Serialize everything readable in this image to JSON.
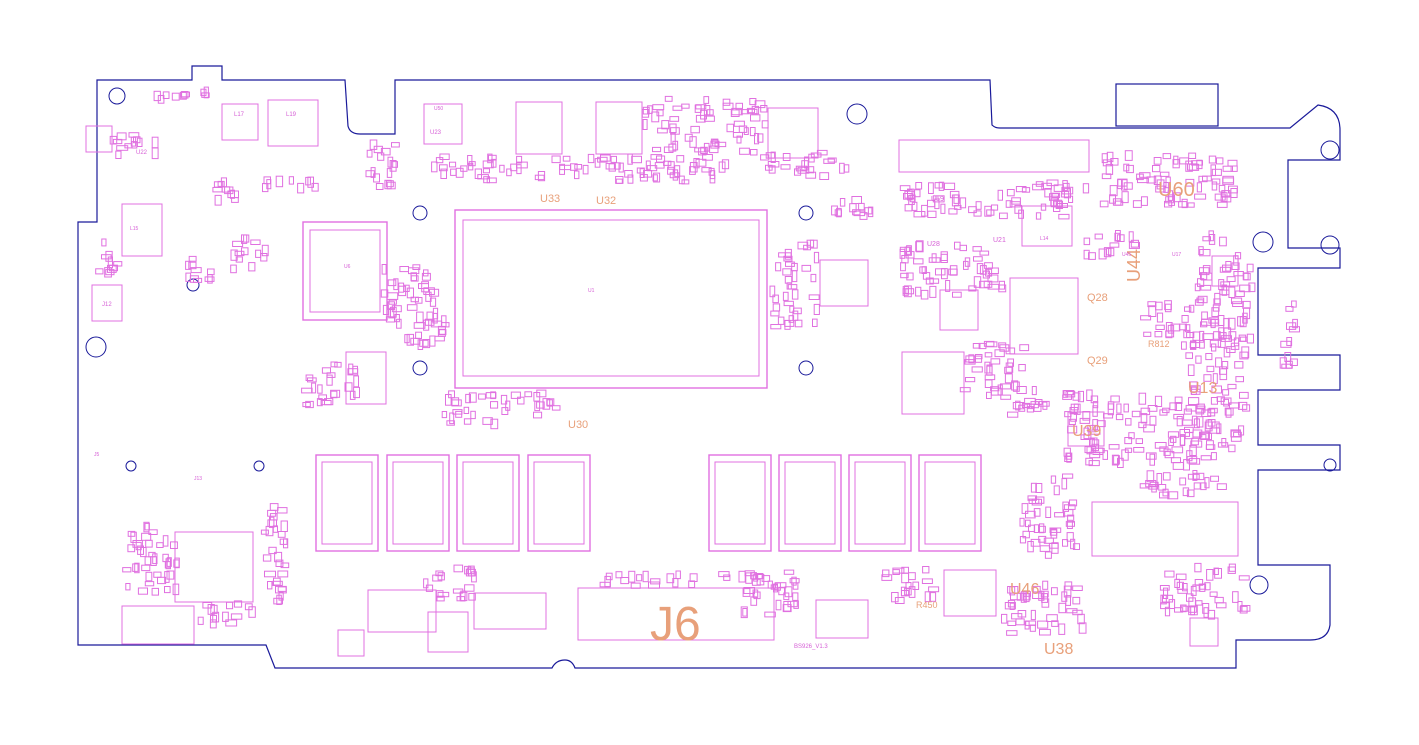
{
  "board": {
    "outline_color": "#1a1a9a",
    "silk_color": "#e070e0",
    "label_color": "#e8a07a",
    "version_label": "BS926_V1.3"
  },
  "labels_large": [
    "J6",
    "U60",
    "U44",
    "U13",
    "U39",
    "U46",
    "U38"
  ],
  "labels_medium": [
    "U33",
    "U32",
    "U30",
    "Q28",
    "Q29",
    "R450",
    "R812"
  ],
  "labels_small": [
    "U1",
    "U6",
    "U21",
    "U28",
    "U59",
    "U17",
    "U23",
    "U22",
    "L17",
    "L19",
    "U50",
    "L15",
    "J12",
    "J5",
    "J13",
    "U45",
    "L14"
  ]
}
